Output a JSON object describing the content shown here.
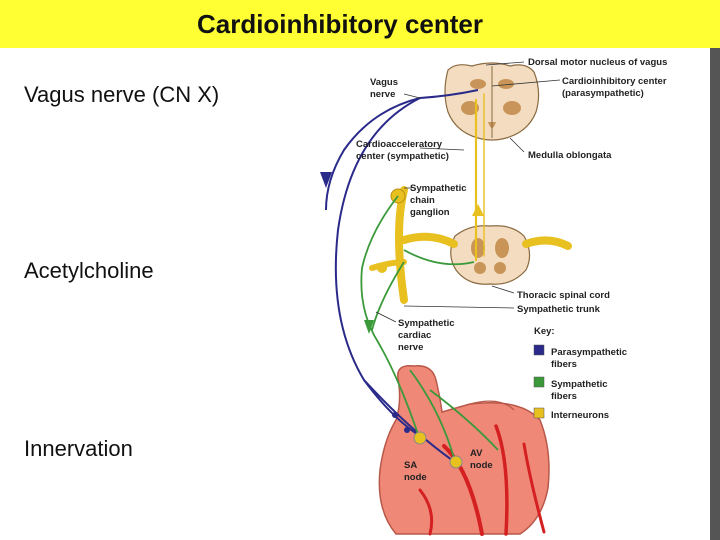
{
  "slide": {
    "title": "Cardioinhibitory center",
    "bullets": [
      "Vagus nerve (CN X)",
      "Acetylcholine",
      "Innervation"
    ]
  },
  "diagram": {
    "labels": {
      "dorsal_motor": "Dorsal motor nucleus of vagus",
      "vagus_line1": "Vagus",
      "vagus_line2": "nerve",
      "cardioinhib_line1": "Cardioinhibitory center",
      "cardioinhib_line2": "(parasympathetic)",
      "cardioaccel_line1": "Cardioacceleratory",
      "cardioaccel_line2": "center (sympathetic)",
      "medulla": "Medulla oblongata",
      "symp_chain_line1": "Sympathetic",
      "symp_chain_line2": "chain",
      "symp_chain_line3": "ganglion",
      "thoracic": "Thoracic spinal cord",
      "symp_trunk": "Sympathetic trunk",
      "symp_cardiac_line1": "Sympathetic",
      "symp_cardiac_line2": "cardiac",
      "symp_cardiac_line3": "nerve",
      "sa_line1": "SA",
      "sa_line2": "node",
      "av_line1": "AV",
      "av_line2": "node"
    },
    "key": {
      "title": "Key:",
      "parasym_line1": "Parasympathetic",
      "parasym_line2": "fibers",
      "symp_line1": "Sympathetic",
      "symp_line2": "fibers",
      "inter": "Interneurons"
    },
    "colors": {
      "parasympathetic": "#2a2a8a",
      "sympathetic": "#3a9a3a",
      "interneurons": "#e8c020",
      "heart": "#f08878",
      "vessel": "#d42020",
      "title_bg": "#ffff33"
    }
  }
}
